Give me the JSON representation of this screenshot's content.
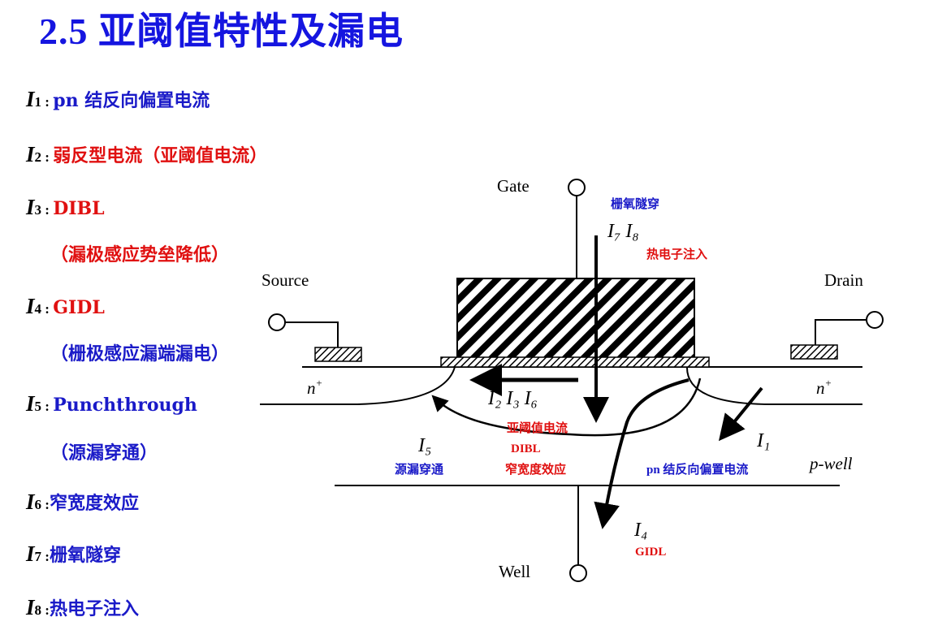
{
  "title": "2.5 亚阈值特性及漏电",
  "items": [
    {
      "sym": "I",
      "sub": "1",
      "sep": " : ",
      "text": "pn 结反向偏置电流",
      "color": "#1a1ac8"
    },
    {
      "sym": "I",
      "sub": "2",
      "sep": " : ",
      "text": "弱反型电流（亚阈值电流）",
      "color": "#e01010"
    },
    {
      "sym": "I",
      "sub": "3",
      "sep": " : ",
      "text": "DIBL",
      "color": "#e01010",
      "cont": "（漏极感应势垒降低）"
    },
    {
      "sym": "I",
      "sub": "4",
      "sep": " : ",
      "text": "GIDL",
      "color": "#e01010",
      "cont": "（栅极感应漏端漏电）"
    },
    {
      "sym": "I",
      "sub": "5",
      "sep": " : ",
      "text": "Punchthrough",
      "color": "#1a1ac8",
      "cont": "（源漏穿通）"
    },
    {
      "sym": "I",
      "sub": "6",
      "sep": " :",
      "text": "窄宽度效应",
      "color": "#1a1ac8"
    },
    {
      "sym": "I",
      "sub": "7",
      "sep": " :",
      "text": "栅氧隧穿",
      "color": "#1a1ac8"
    },
    {
      "sym": "I",
      "sub": "8",
      "sep": " :",
      "text": "热电子注入",
      "color": "#1a1ac8"
    }
  ],
  "diagram": {
    "gate": "Gate",
    "source": "Source",
    "drain": "Drain",
    "well": "Well",
    "n_plus": "n",
    "plus": "+",
    "p_well": "p-well",
    "i7_i8": "I₇  I₈",
    "gate_ox_tunnel": "栅氧隧穿",
    "hot_electron": "热电子注入",
    "i2_i3_i6": "I₂ I₃ I₆",
    "subthreshold": "亚阈值电流",
    "dibl": "DIBL",
    "narrow_width": "窄宽度效应",
    "i5": "I₅",
    "punch": "源漏穿通",
    "i1": "I₁",
    "pn_reverse": "pn 结反向偏置电流",
    "i4": "I₄",
    "gidl": "GIDL"
  }
}
